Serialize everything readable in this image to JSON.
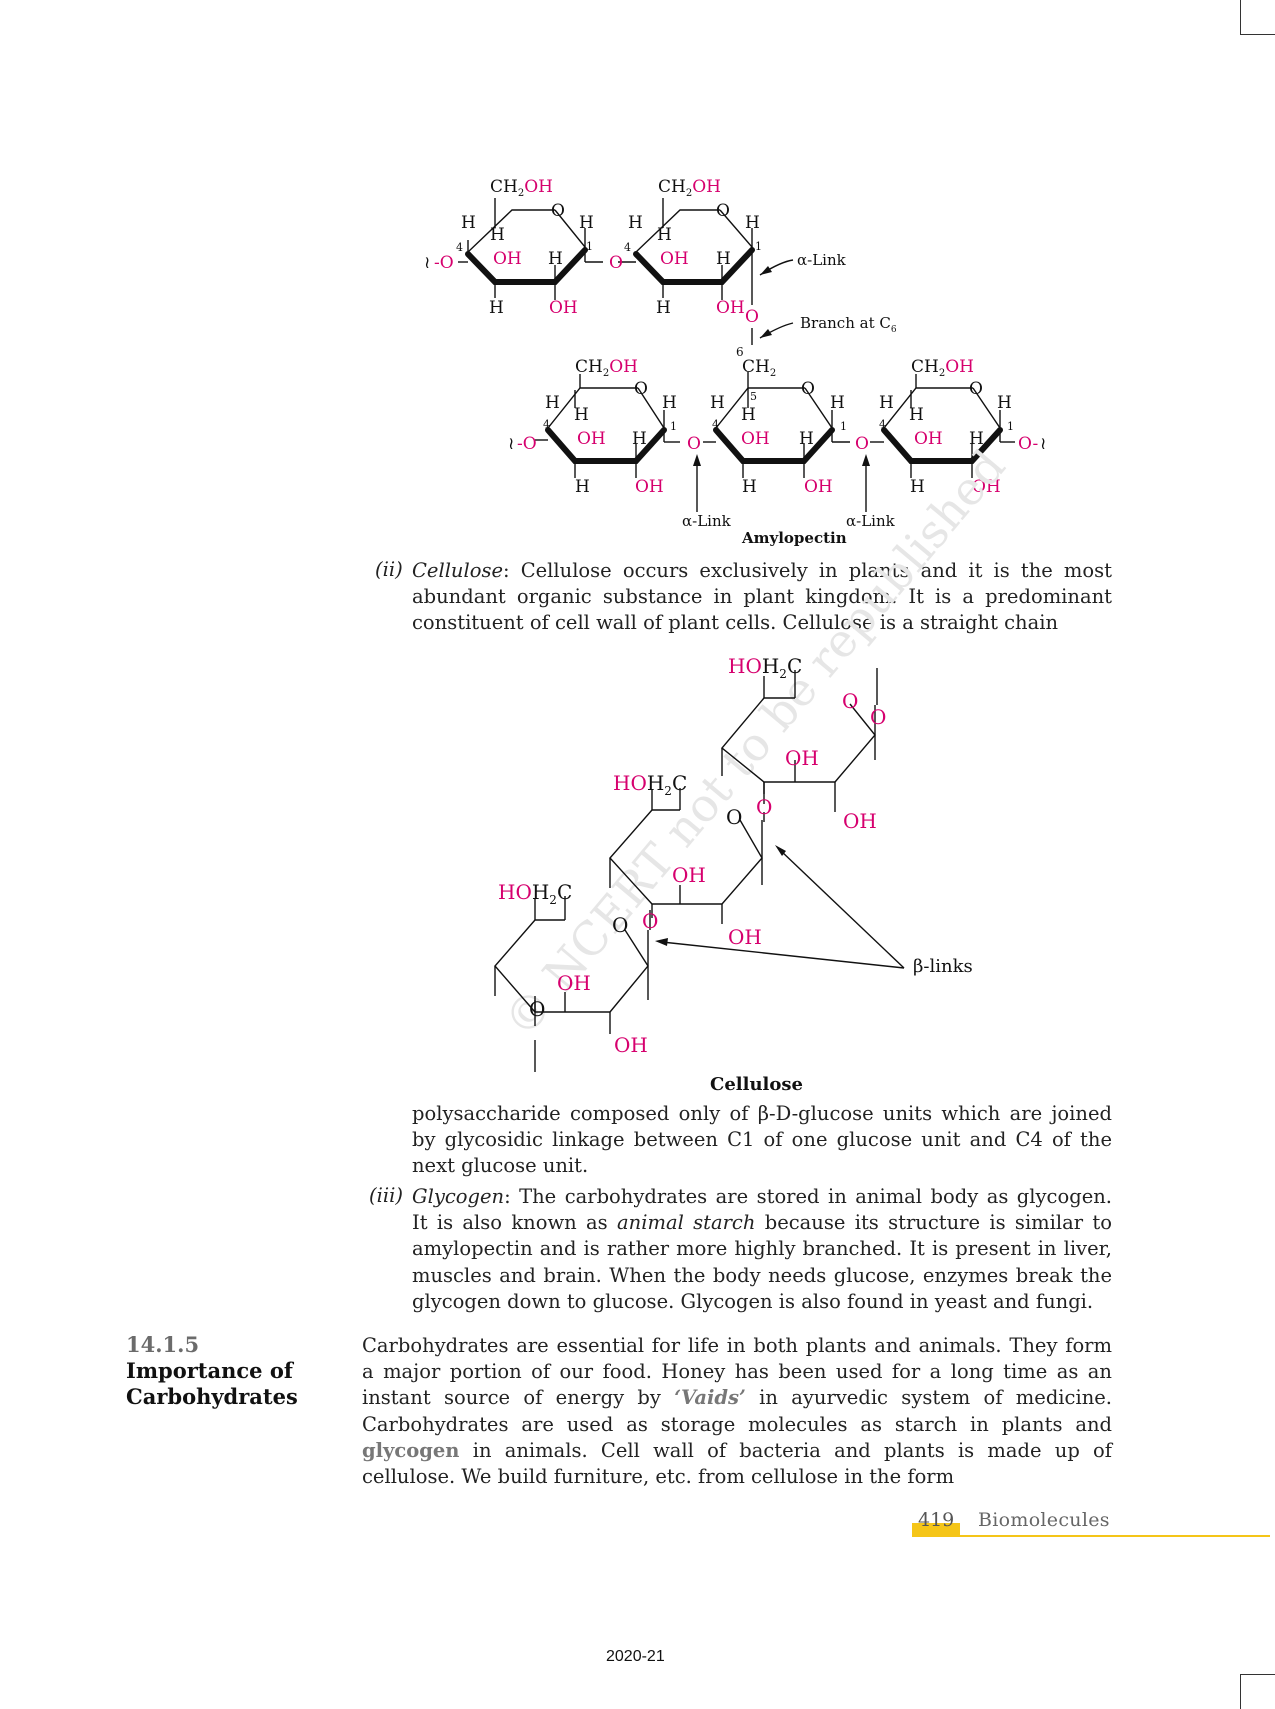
{
  "amylopectin": {
    "caption": "Amylopectin",
    "alpha_link": "α-Link",
    "branch_label": "Branch at  C",
    "branch_sub": "6",
    "ch2oh_c": "CH",
    "ch2oh_sub": "2",
    "ch2oh_oh": "OH",
    "ch2": "CH",
    "oh": "OH",
    "o": "O",
    "h": "H",
    "n1": "1",
    "n4": "4",
    "n5": "5",
    "n6": "6",
    "wavy": "≀",
    "dash_o": "-O",
    "o_dash": "O-"
  },
  "cellulose_figure": {
    "caption": "Cellulose",
    "beta_links": "β-links",
    "ho": "HO",
    "h2c": "H",
    "h2c_sub": "2",
    "c": "C",
    "oh": "OH",
    "o": "O",
    "watermark": "© NCERT not to be republished"
  },
  "text": {
    "ii_num": "(ii)",
    "ii_term": "Cellulose",
    "ii_body": ": Cellulose occurs exclusively in plants and it is the most abundant organic substance in plant kingdom. It is a predominant constituent of cell wall of plant cells. Cellulose is a straight chain",
    "ii_cont": "polysaccharide composed only of β-D-glucose units which are joined by glycosidic linkage between C1 of one glucose unit and C4 of the next glucose unit.",
    "iii_num": "(iii)",
    "iii_term": "Glycogen",
    "iii_body_1": ": The carbohydrates are stored in animal body as glycogen. It is also known as ",
    "iii_em": "animal starch",
    "iii_body_2": " because its structure is similar to amylopectin and is rather more highly branched. It is present in liver, muscles and brain. When the body needs glucose, enzymes break the glycogen down to glucose. Glycogen is also found in yeast and fungi.",
    "section_num": "14.1.5",
    "section_title": "Importance of Carbohydrates",
    "imp_1": "Carbohydrates are essential for life in both plants and animals. They form a major portion of our food. Honey has been used for a long time as an instant source of energy by ",
    "imp_vaids": "‘Vaids’",
    "imp_2": " in ayurvedic system of medicine. Carbohydrates are used as storage molecules as starch in plants and ",
    "imp_glycogen": "glycogen",
    "imp_3": " in animals. Cell wall of bacteria and plants is made up of cellulose. We build furniture, etc. from cellulose in the form"
  },
  "footer": {
    "page_number": "419",
    "chapter": "Biomolecules",
    "year": "2020-21"
  }
}
